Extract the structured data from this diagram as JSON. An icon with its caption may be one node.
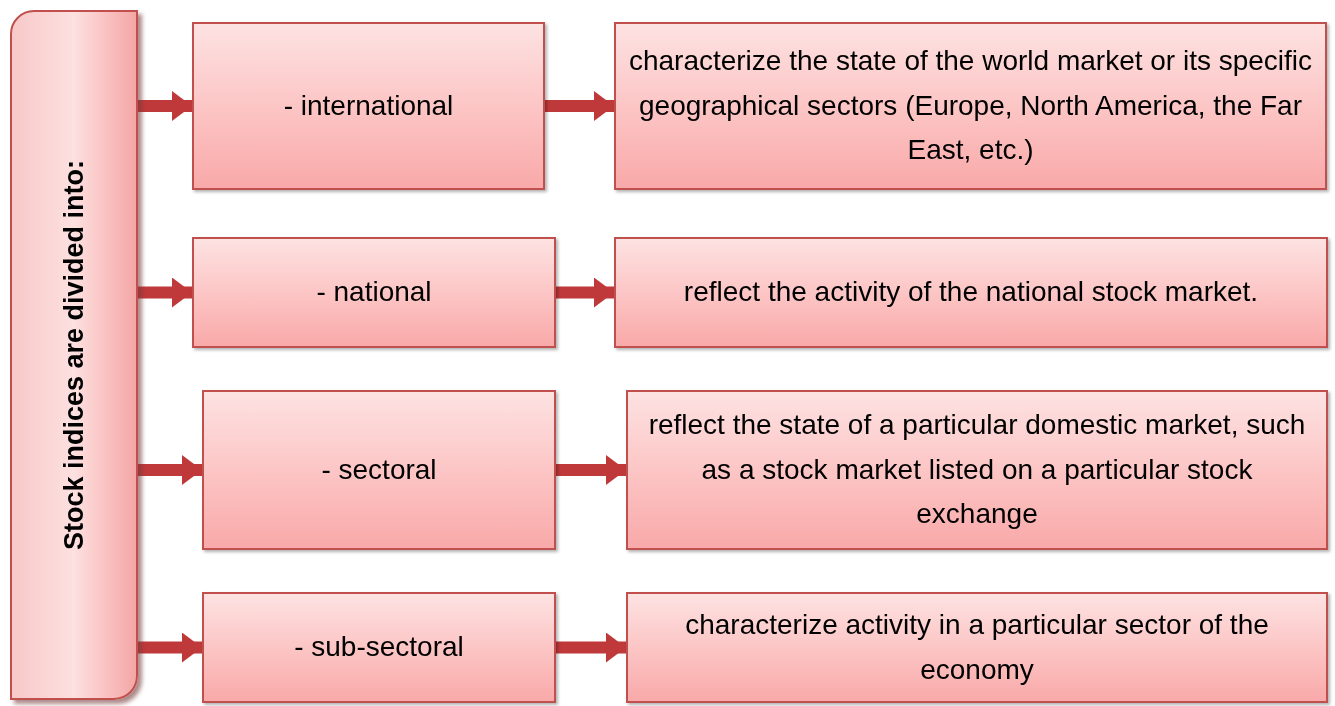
{
  "diagram": {
    "nodes": [
      {
        "text": [
          "Stock indices are divided into:"
        ]
      },
      {
        "text": [
          "- international"
        ]
      },
      {
        "text": [
          "characterize the state of the world market or its specific geographical sectors (Europe, North America, the Far East, etc.)"
        ]
      },
      {
        "text": [
          "- national"
        ]
      },
      {
        "text": [
          "reflect the activity of the national stock market."
        ]
      },
      {
        "text": [
          "- sectoral"
        ]
      },
      {
        "text": [
          "reflect the state of a particular domestic market, such as a stock market listed on a particular stock exchange"
        ]
      },
      {
        "text": [
          "- sub-sectoral"
        ]
      },
      {
        "text": [
          "characterize activity in a particular sector of the economy"
        ]
      }
    ],
    "edges": [
      {
        "from": 0,
        "to": 1,
        "arrow": "to"
      },
      {
        "from": 1,
        "to": 2,
        "arrow": "to"
      },
      {
        "from": 0,
        "to": 3,
        "arrow": "to"
      },
      {
        "from": 3,
        "to": 4,
        "arrow": "to"
      },
      {
        "from": 0,
        "to": 5,
        "arrow": "to"
      },
      {
        "from": 5,
        "to": 6,
        "arrow": "to"
      },
      {
        "from": 0,
        "to": 7,
        "arrow": "to"
      },
      {
        "from": 7,
        "to": 8,
        "arrow": "to"
      }
    ]
  }
}
